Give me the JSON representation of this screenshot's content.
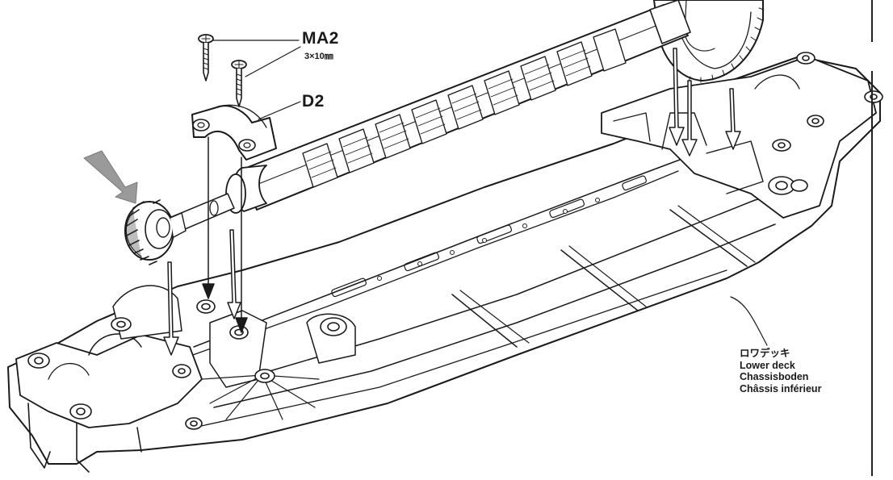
{
  "screw_label": {
    "code": "MA2",
    "size": "3×10㎜"
  },
  "part_label": {
    "code": "D2"
  },
  "lower_deck_label": {
    "ja": "ロワデッキ",
    "en": "Lower deck",
    "de": "Chassisboden",
    "fr": "Châssis inférieur"
  },
  "colors": {
    "line": "#1a1a1a",
    "fill": "#ffffff",
    "shade": "#d9d9d9",
    "pointer": "#9a9a9a"
  },
  "icons": [
    "screw-icon",
    "gear-icon",
    "arrow-icon",
    "pointer-arrow-icon"
  ]
}
